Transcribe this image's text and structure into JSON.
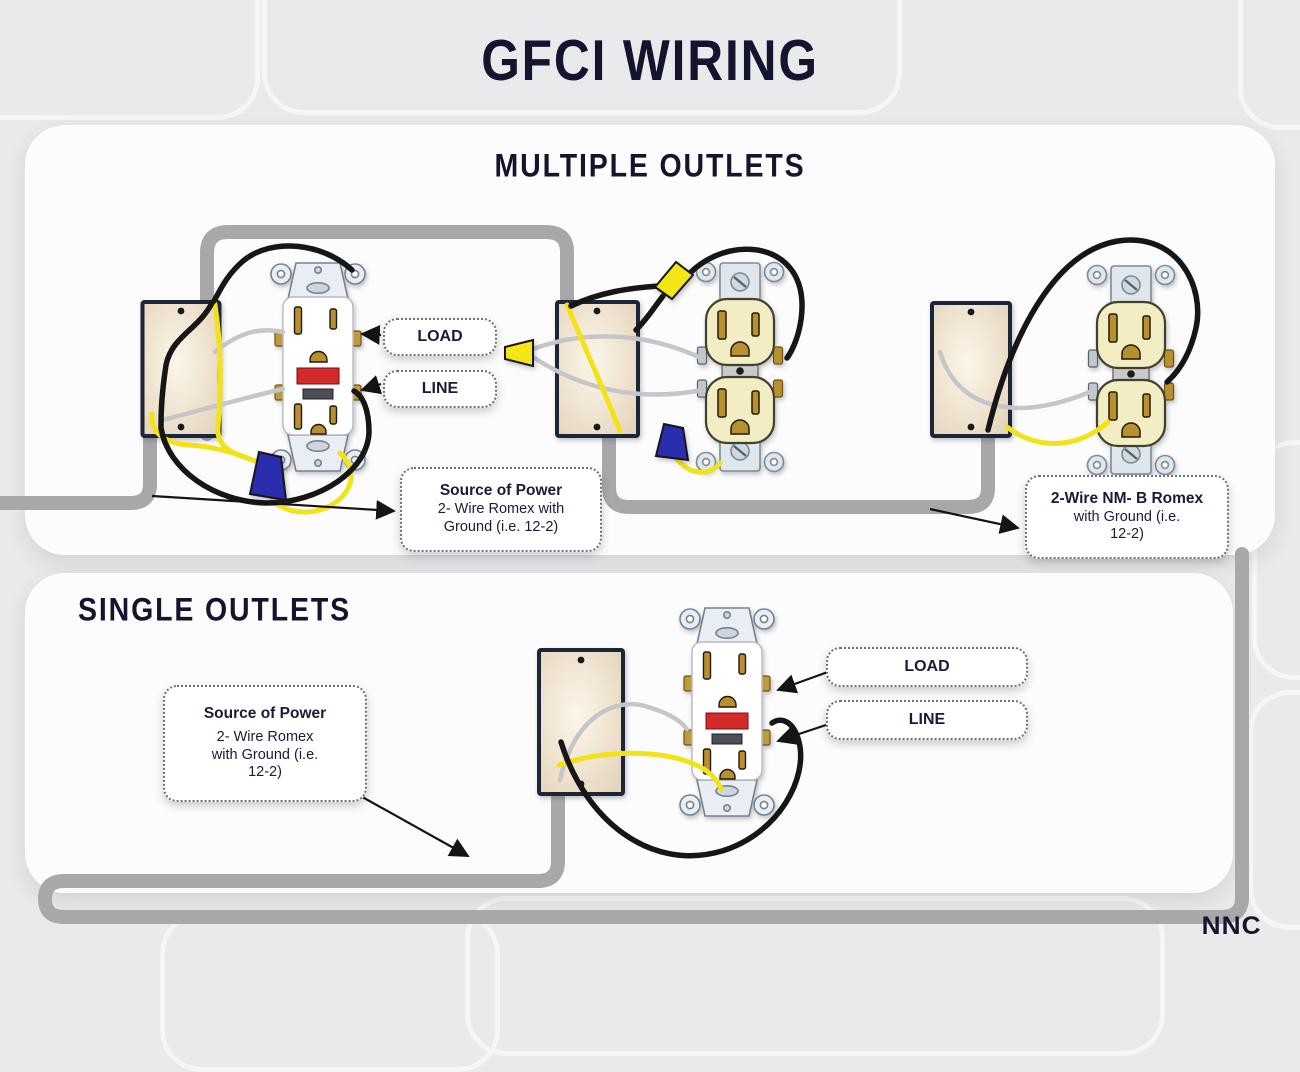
{
  "title": "GFCI WIRING",
  "brand": "NNC",
  "multiple": {
    "heading": "MULTIPLE OUTLETS",
    "load_label": "LOAD",
    "line_label": "LINE",
    "source_label": {
      "title": "Source of Power",
      "line1": "2- Wire Romex with",
      "line2": "Ground (i.e. 12-2)"
    },
    "romex_label": {
      "title": "2-Wire NM- B Romex",
      "line1": "with Ground (i.e.",
      "line2": "12-2)"
    }
  },
  "single": {
    "heading": "SINGLE OUTLETS",
    "load_label": "LOAD",
    "line_label": "LINE",
    "source_label": {
      "title": "Source of Power",
      "line1": "2- Wire Romex",
      "line2": "with Ground (i.e.",
      "line3": "12-2)"
    }
  },
  "colors": {
    "wire_hot": "#161616",
    "wire_neutral": "#c6c6c8",
    "wire_ground_yellow": "#f2e318",
    "cable_sheath": "#a8a8aa",
    "gfci_test_red": "#d32b2b",
    "navy_text": "#1b1b38"
  }
}
